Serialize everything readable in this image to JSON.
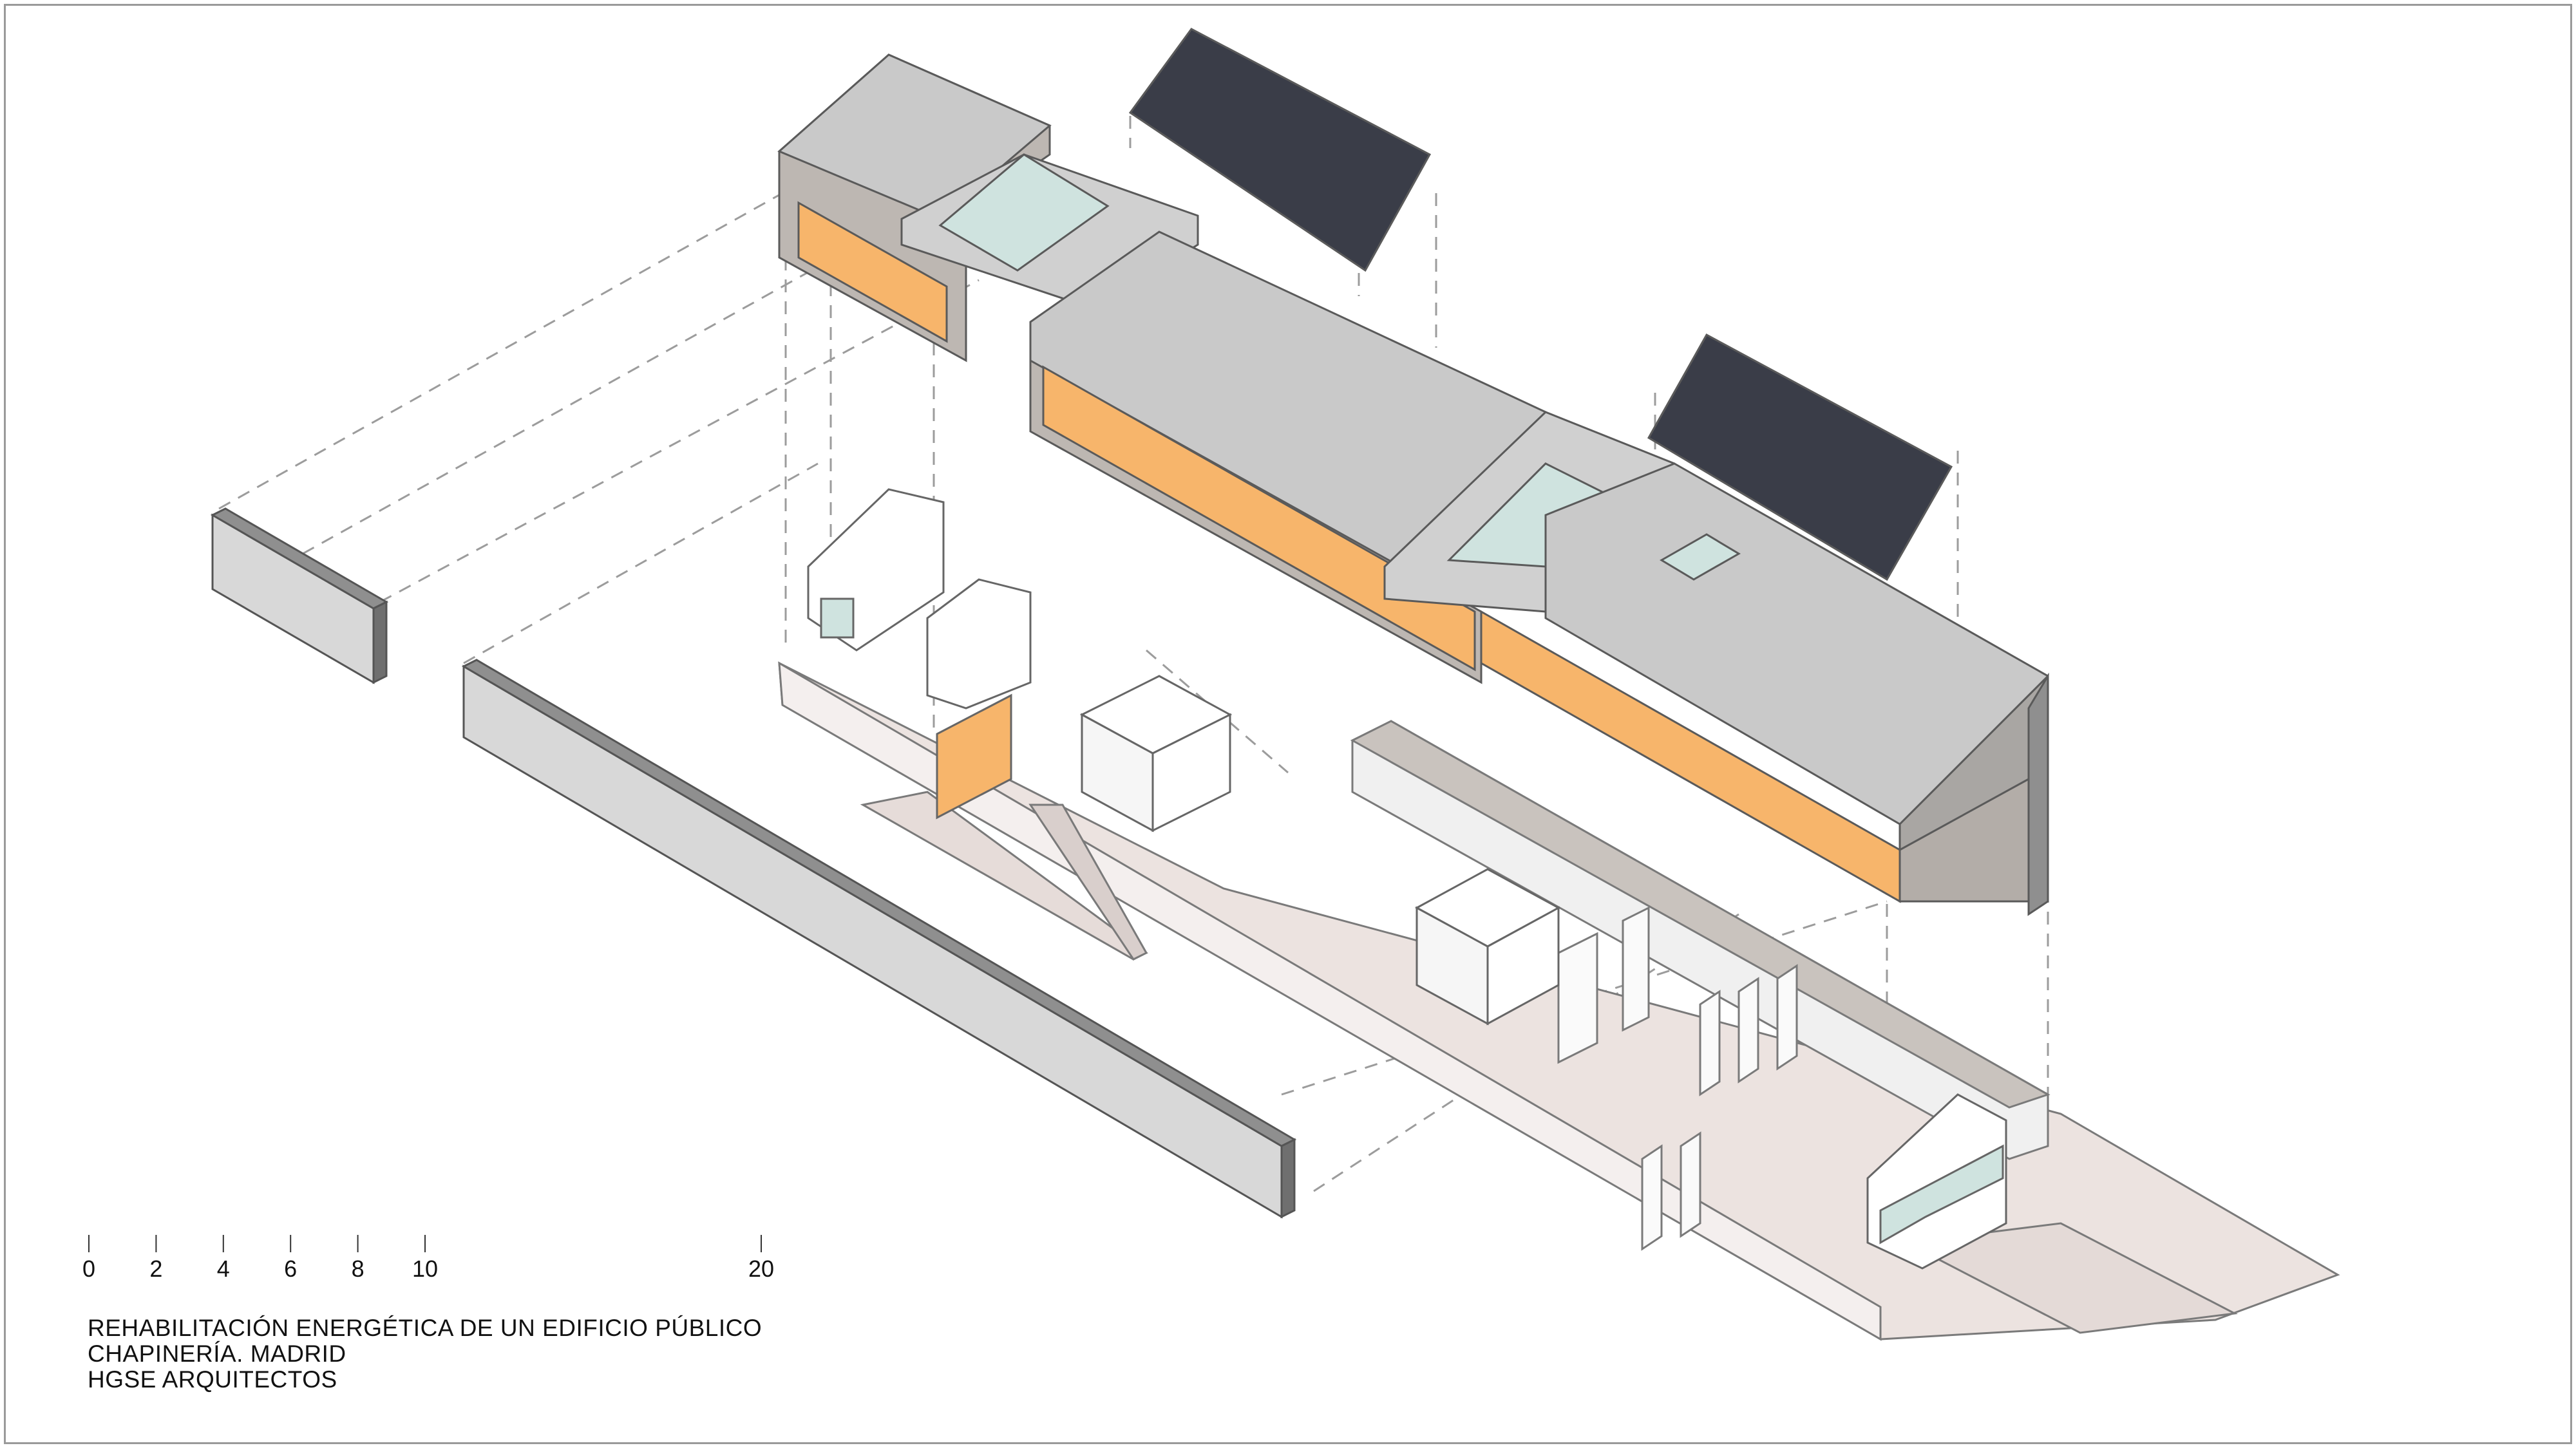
{
  "scale": {
    "ticks": [
      {
        "label": "0",
        "meters": 0
      },
      {
        "label": "2",
        "meters": 2
      },
      {
        "label": "4",
        "meters": 4
      },
      {
        "label": "6",
        "meters": 6
      },
      {
        "label": "8",
        "meters": 8
      },
      {
        "label": "10",
        "meters": 10
      },
      {
        "label": "20",
        "meters": 20
      }
    ]
  },
  "caption": {
    "line1": "REHABILITACIÓN ENERGÉTICA DE UN EDIFICIO PÚBLICO",
    "line2": "CHAPINERÍA. MADRID",
    "line3": "HGSE ARQUITECTOS"
  },
  "colors": {
    "roof": "#c9c9c9",
    "roof_dark": "#a9a6a3",
    "wall_gray": "#bdb7b2",
    "orange": "#f7b56b",
    "glass": "#cfe3df",
    "floor": "#ece3e0",
    "solar": "#3a3d48",
    "white": "#ffffff",
    "line": "#555555"
  }
}
